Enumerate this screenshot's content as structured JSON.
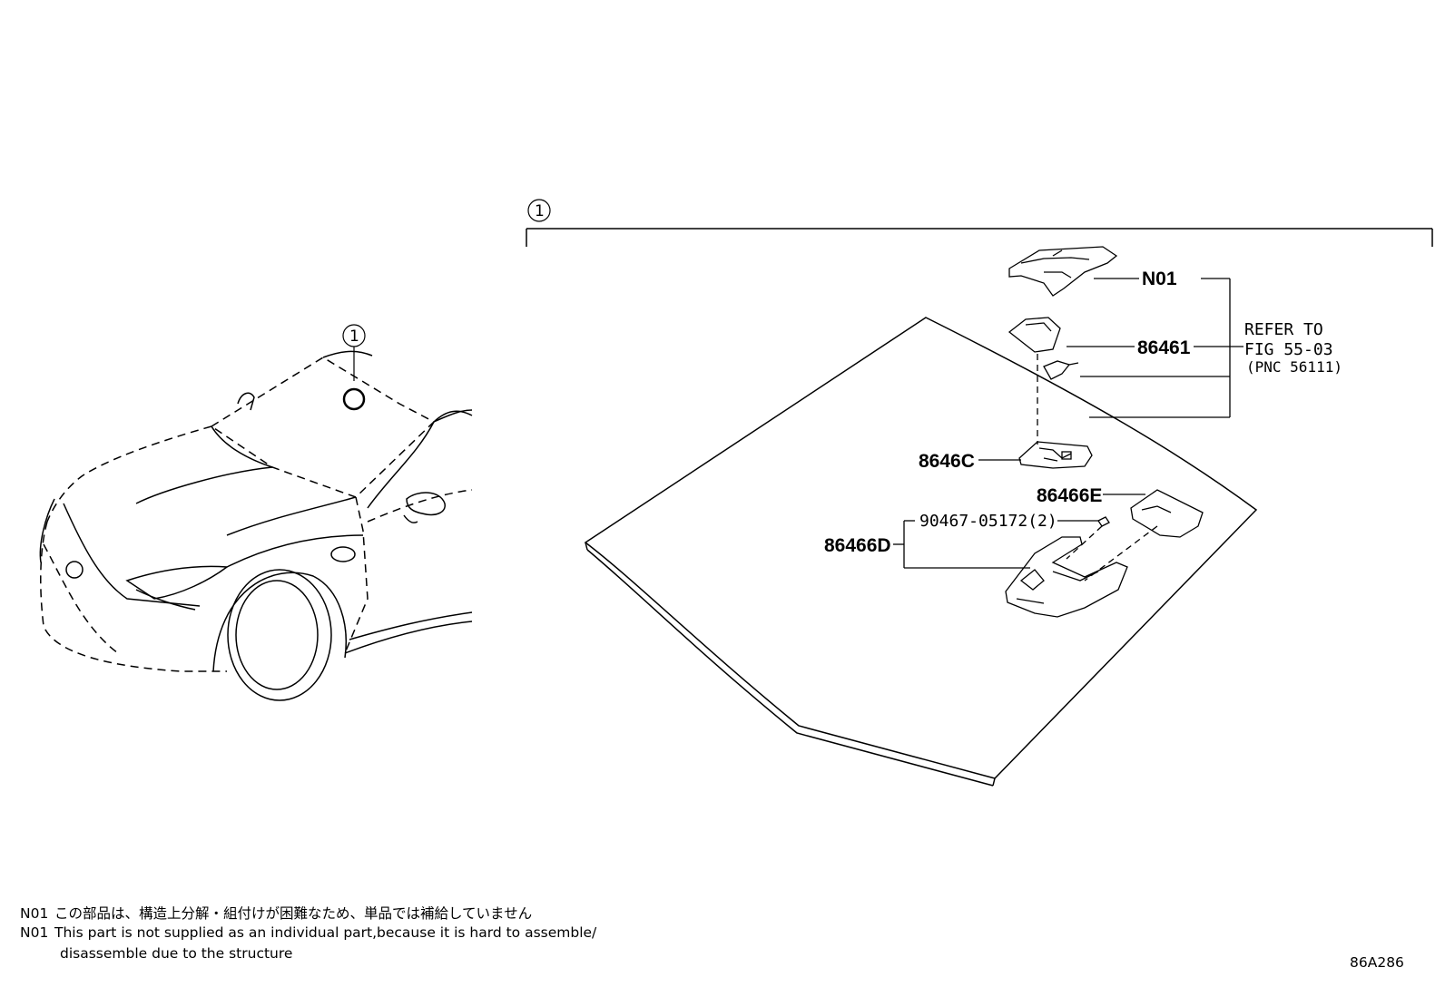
{
  "callout_number": "1",
  "parts": {
    "n01": "N01",
    "p86461": "86461",
    "p8646c": "8646C",
    "p86466e": "86466E",
    "p86466d": "86466D",
    "bolt": "90467-05172(2)"
  },
  "refer": {
    "line1": "REFER TO",
    "line2": "FIG 55-03",
    "line3": "(PNC 56111)"
  },
  "notes": {
    "ja_code": "N01",
    "ja_text": "この部品は、構造上分解・組付けが困難なため、単品では補給していません",
    "en_code": "N01",
    "en_text": "This part is not supplied as an individual part,because it is hard to assemble/",
    "en_text2": "disassemble due to the structure"
  },
  "drawing_number": "86A286"
}
